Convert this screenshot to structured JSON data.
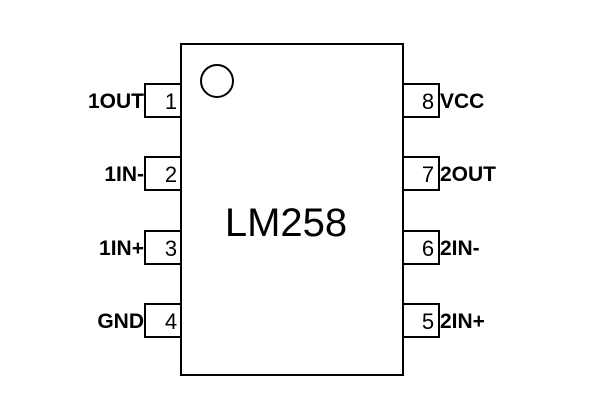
{
  "chip": {
    "name": "LM258"
  },
  "pins_left": [
    {
      "number": "1",
      "label": "1OUT"
    },
    {
      "number": "2",
      "label": "1IN-"
    },
    {
      "number": "3",
      "label": "1IN+"
    },
    {
      "number": "4",
      "label": "GND"
    }
  ],
  "pins_right": [
    {
      "number": "8",
      "label": "VCC"
    },
    {
      "number": "7",
      "label": "2OUT"
    },
    {
      "number": "6",
      "label": "2IN-"
    },
    {
      "number": "5",
      "label": "2IN+"
    }
  ]
}
